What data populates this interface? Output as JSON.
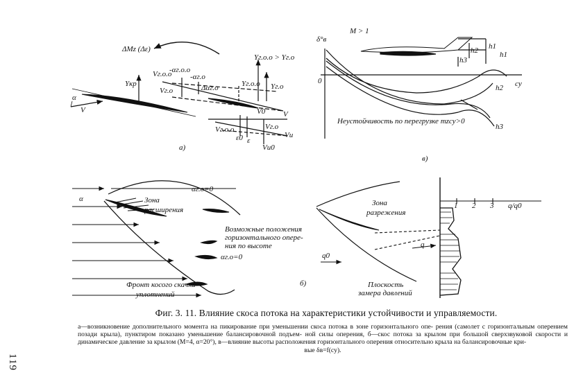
{
  "page_number": "119",
  "caption": "Фиг. 3. 11. Влияние скоса потока на характеристики устойчивости и управляемости.",
  "description_lines": [
    "а—возникновение дополнительного момента на пикирование при уменьшении скоса потока в зоне горизонтального опе-",
    "рения (самолет с горизонтальным оперением позади крыла), пунктиром показано уменьшение балансировочной подъем-",
    "ной силы оперения, б—скос потока за крылом при большой сверхзвуковой скорости и динамическое давление за крылом",
    "(М=4, α=20°), в—влияние высоты расположения горизонтального оперения относительно крыла на балансировочные кри-",
    "вые δв=f(cу)."
  ],
  "panel_a": {
    "label": "а)",
    "moment": "ΔMz (Δε)",
    "y_kr": "Yкр",
    "alpha": "α",
    "v_left": "V",
    "v_right": "V",
    "v_go_o": "Vг.о.о",
    "v_go": "Vг.о",
    "alpha_goo": "-αг.о.о",
    "alpha_go": "-αг.о",
    "d_alpha_go": "Δαг.о",
    "y_goo": "Yг.о.о",
    "y_go": "Yг.о",
    "y_ineq": "Yг.о.о > Yг.о",
    "v0": "V0",
    "v_go_o2": "Vг.о.о",
    "v_go2": "Vг.о",
    "e0": "ε0",
    "e": "ε",
    "v_u0": "Vи0",
    "v_u": "Vи"
  },
  "panel_b": {
    "label": "б)",
    "alpha": "α",
    "alpha_go_top": "αг.о=0",
    "zone": "Зона\nрасширения",
    "positions": "Возможные положения\nгоризонтального опере-\nния по высоте",
    "alpha_go_mid": "αг.о=0",
    "front": "Фронт косого скачка\nуплотнений",
    "zone2": "Зона\nразрежения",
    "q": "q",
    "q0": "q0",
    "plane": "Плоскость\nзамера давлений",
    "scale": [
      "1",
      "2",
      "3",
      "q/q0"
    ]
  },
  "panel_v": {
    "label": "в)",
    "mach": "M > 1",
    "delta": "δ°в",
    "zero": "0",
    "cy": "cy",
    "h1": "h1",
    "h2": "h2",
    "h3": "h3",
    "instability": "Неустойчивость по перегрузке mzcy>0"
  }
}
